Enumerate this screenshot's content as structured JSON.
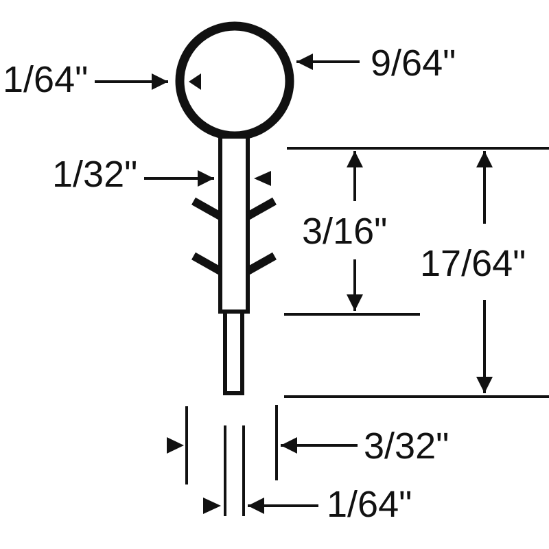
{
  "diagram": {
    "labels": {
      "bulb_wall": "1/64\"",
      "bulb_diameter": "9/64\"",
      "stem_width": "1/32\"",
      "fin_section_length": "3/16\"",
      "overall_stem_length": "17/64\"",
      "tip_gap_width": "3/32\"",
      "tip_width": "1/64\""
    },
    "colors": {
      "ink": "#111111",
      "background": "#ffffff"
    }
  }
}
